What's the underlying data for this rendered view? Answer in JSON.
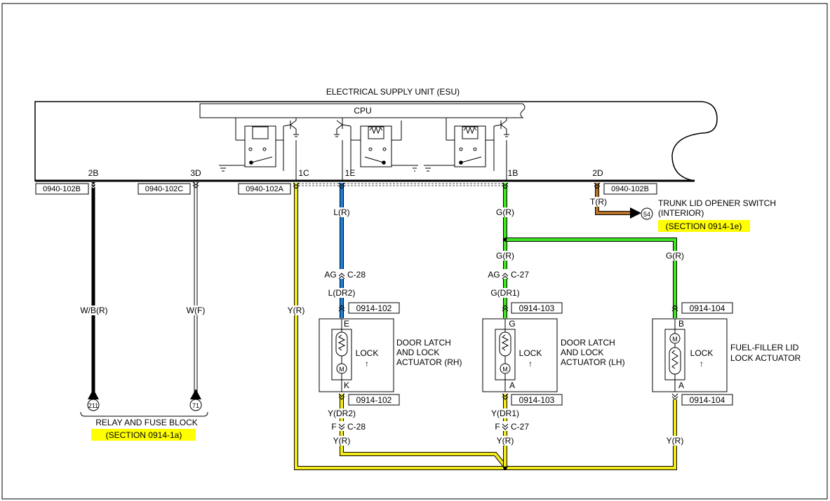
{
  "esu": {
    "title": "ELECTRICAL SUPPLY UNIT (ESU)",
    "cpu_label": "CPU"
  },
  "pins": {
    "p2b": "2B",
    "p3d": "3D",
    "p1c": "1C",
    "p1e": "1E",
    "p1b": "1B",
    "p2d": "2D"
  },
  "connectors": {
    "c102b_left": "0940-102B",
    "c102c": "0940-102C",
    "c102a": "0940-102A",
    "c102b_right": "0940-102B",
    "rh_top": "0914-102",
    "rh_bot": "0914-102",
    "lh_top": "0914-103",
    "lh_bot": "0914-103",
    "ff_top": "0914-104",
    "ff_bot": "0914-104"
  },
  "wires": {
    "wb": "W/B(R)",
    "wf": "W(F)",
    "yr_main": "Y(R)",
    "lr": "L(R)",
    "ldr2": "L(DR2)",
    "gr_top": "G(R)",
    "gr_mid": "G(R)",
    "gr_right": "G(R)",
    "gdr1": "G(DR1)",
    "tr": "T(R)",
    "ydr2": "Y(DR2)",
    "yr_rh": "Y(R)",
    "ydr1": "Y(DR1)",
    "yr_lh": "Y(R)",
    "yr_ff": "Y(R)"
  },
  "splices": {
    "ag_rh": "AG",
    "c28_top": "C-28",
    "ag_lh": "AG",
    "c27_top": "C-27",
    "f_rh": "F",
    "c28_bot": "C-28",
    "f_lh": "F",
    "c27_bot": "C-27"
  },
  "actuators": {
    "rh": {
      "pin_top": "E",
      "pin_bot": "K",
      "lock": "LOCK",
      "name_lines": [
        "DOOR LATCH",
        "AND LOCK",
        "ACTUATOR (RH)"
      ]
    },
    "lh": {
      "pin_top": "G",
      "pin_bot": "A",
      "lock": "LOCK",
      "name_lines": [
        "DOOR LATCH",
        "AND LOCK",
        "ACTUATOR (LH)"
      ]
    },
    "ff": {
      "pin_top": "B",
      "pin_bot": "A",
      "lock": "LOCK",
      "name_lines": [
        "FUEL-FILLER LID",
        "LOCK ACTUATOR"
      ]
    }
  },
  "motor_symbol": "M",
  "arrow_symbol": "↑",
  "relay_block": {
    "label": "RELAY AND FUSE BLOCK",
    "section": "(SECTION 0914-1a)",
    "ref_211": "211",
    "ref_71": "71"
  },
  "trunk": {
    "line1": "TRUNK LID OPENER SWITCH",
    "line2": "(INTERIOR)",
    "section": "(SECTION 0914-1e)",
    "ref": "54"
  },
  "colors": {
    "yellow": "#f2ea1a",
    "blue": "#1e7fd6",
    "green": "#3ee81e",
    "brown": "#b8732a",
    "highlight": "#ffff00"
  }
}
